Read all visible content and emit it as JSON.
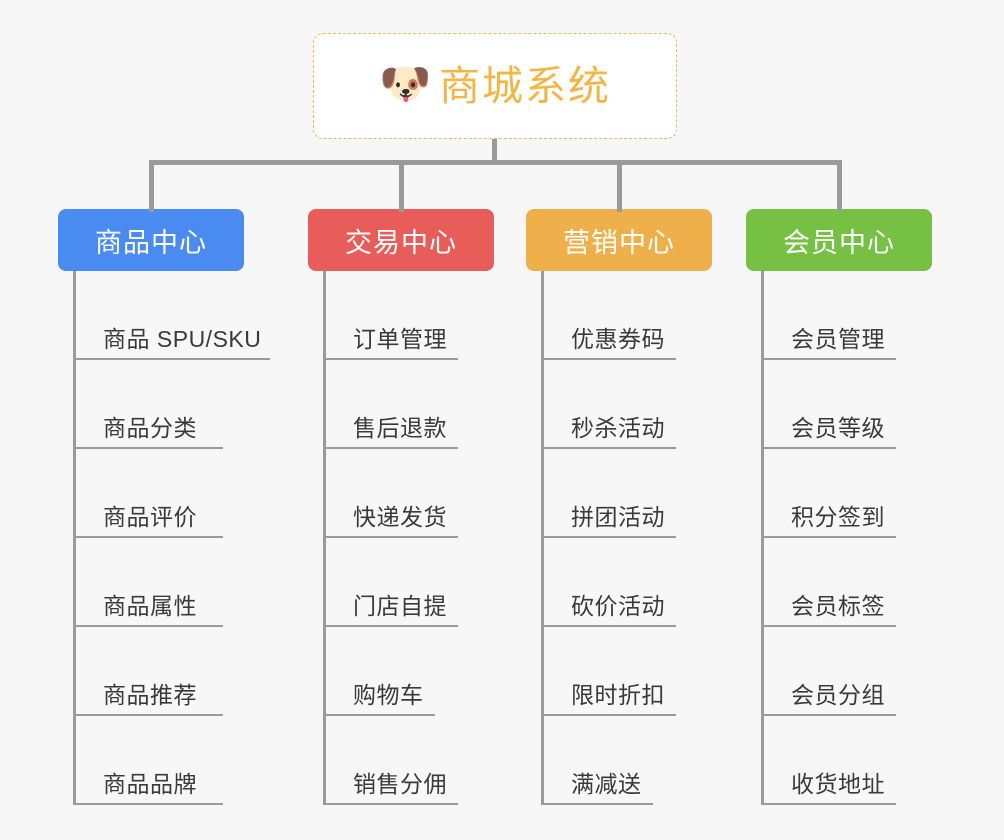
{
  "diagram": {
    "type": "mindmap-tree",
    "background_color": "#f7f7f7",
    "connector_color": "#9a9a9a",
    "root": {
      "title": "商城系统",
      "icon": "shiba-dog-face-emoji",
      "icon_glyph": "🐶",
      "text_color": "#f3b544",
      "border_color": "#f0b84a",
      "background_color": "#ffffff"
    },
    "branches": [
      {
        "id": "product-center",
        "label": "商品中心",
        "color": "#4a8bf2",
        "text_color": "#ffffff",
        "leaves": [
          "商品 SPU/SKU",
          "商品分类",
          "商品评价",
          "商品属性",
          "商品推荐",
          "商品品牌"
        ]
      },
      {
        "id": "trade-center",
        "label": "交易中心",
        "color": "#e85c59",
        "text_color": "#ffffff",
        "leaves": [
          "订单管理",
          "售后退款",
          "快递发货",
          "门店自提",
          "购物车",
          "销售分佣"
        ]
      },
      {
        "id": "marketing-center",
        "label": "营销中心",
        "color": "#efb04b",
        "text_color": "#ffffff",
        "leaves": [
          "优惠券码",
          "秒杀活动",
          "拼团活动",
          "砍价活动",
          "限时折扣",
          "满减送"
        ]
      },
      {
        "id": "member-center",
        "label": "会员中心",
        "color": "#76c043",
        "text_color": "#ffffff",
        "leaves": [
          "会员管理",
          "会员等级",
          "积分签到",
          "会员标签",
          "会员分组",
          "收货地址"
        ]
      }
    ]
  }
}
